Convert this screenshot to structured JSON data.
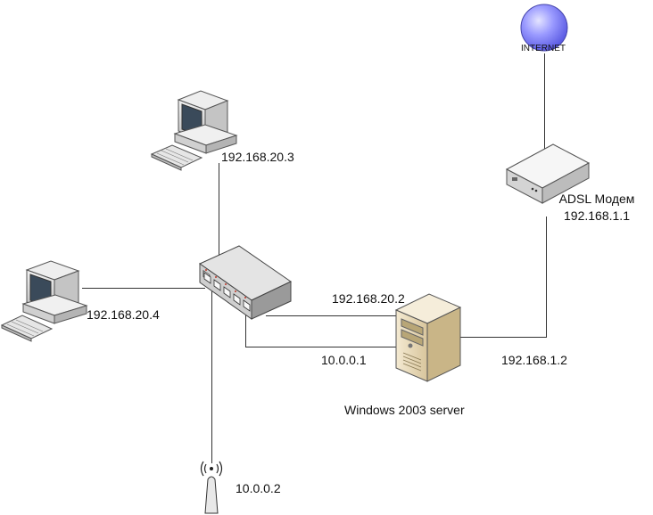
{
  "nodes": {
    "internet": {
      "label": "INTERNET"
    },
    "modem": {
      "label_line1": "ADSL Модем",
      "label_line2": "192.168.1.1"
    },
    "pc_top": {
      "ip": "192.168.20.3"
    },
    "pc_left": {
      "ip": "192.168.20.4"
    },
    "server": {
      "label": "Windows 2003 server",
      "ip_lan": "192.168.20.2",
      "ip_wifi": "10.0.0.1",
      "ip_wan": "192.168.1.2"
    },
    "access_point": {
      "ip": "10.0.0.2"
    }
  },
  "colors": {
    "line": "#333333",
    "globe": "#8c8cff",
    "server_body": "#e8dcc0",
    "device_gray": "#d0d0d0"
  }
}
